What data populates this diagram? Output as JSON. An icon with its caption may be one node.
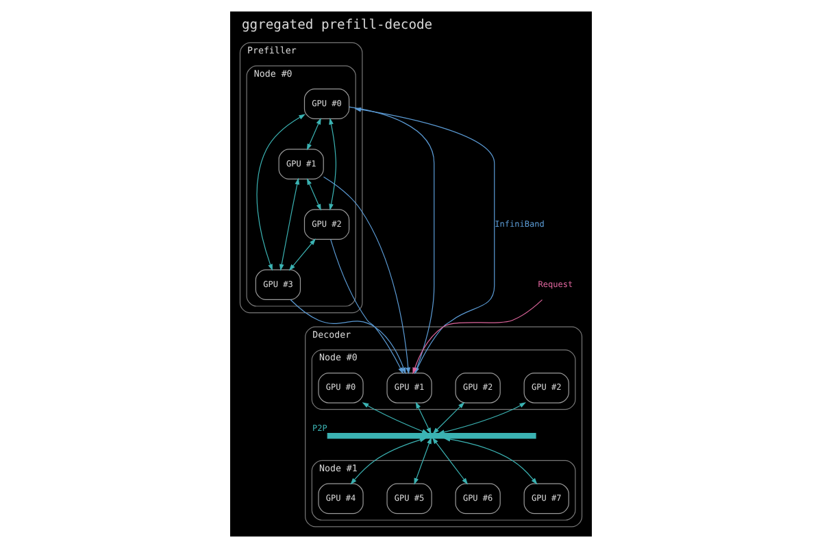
{
  "diagram": {
    "title": "ggregated prefill-decode",
    "nodes": [
      {
        "text": [
          "Prefiller"
        ]
      },
      {
        "text": [
          "Node #0"
        ],
        "in": 0
      },
      {
        "text": [
          "GPU #0"
        ],
        "in": 1
      },
      {
        "text": [
          "GPU #1"
        ],
        "in": 1
      },
      {
        "text": [
          "GPU #2"
        ],
        "in": 1
      },
      {
        "text": [
          "GPU #3"
        ],
        "in": 1
      },
      {
        "text": [
          "Decoder"
        ]
      },
      {
        "text": [
          "Node #0"
        ],
        "in": 6
      },
      {
        "text": [
          "GPU #0"
        ],
        "in": 7
      },
      {
        "text": [
          "GPU #1"
        ],
        "in": 7
      },
      {
        "text": [
          "GPU #2"
        ],
        "in": 7
      },
      {
        "text": [
          "GPU #2"
        ],
        "in": 7
      },
      {
        "text": [],
        "shape": "bar",
        "in": 6,
        "beside": [
          "P2P"
        ]
      },
      {
        "text": [
          "Node #1"
        ],
        "in": 6
      },
      {
        "text": [
          "GPU #4"
        ],
        "in": 13
      },
      {
        "text": [
          "GPU #5"
        ],
        "in": 13
      },
      {
        "text": [
          "GPU #6"
        ],
        "in": 13
      },
      {
        "text": [
          "GPU #7"
        ],
        "in": 13
      },
      {
        "text": [
          "Request"
        ]
      }
    ],
    "edges": [
      {
        "from": 2,
        "to": 3,
        "arrow": "both"
      },
      {
        "from": 2,
        "to": 4,
        "arrow": "both"
      },
      {
        "from": 2,
        "to": 5,
        "arrow": "both"
      },
      {
        "from": 3,
        "to": 4,
        "arrow": "both"
      },
      {
        "from": 3,
        "to": 5,
        "arrow": "both"
      },
      {
        "from": 4,
        "to": 5,
        "arrow": "both"
      },
      {
        "from": 18,
        "to": 9,
        "arrow": "to",
        "color": "#e0669e"
      },
      {
        "from": 9,
        "to": 1,
        "arrow": "to",
        "label": "InfiniBand",
        "color": "#5b9bd5"
      },
      {
        "from": 2,
        "to": 9,
        "arrow": "to",
        "color": "#5b9bd5"
      },
      {
        "from": 3,
        "to": 9,
        "arrow": "to",
        "color": "#5b9bd5"
      },
      {
        "from": 4,
        "to": 9,
        "arrow": "to",
        "color": "#5b9bd5"
      },
      {
        "from": 5,
        "to": 9,
        "arrow": "to",
        "color": "#5b9bd5"
      },
      {
        "from": 8,
        "to": 12,
        "arrow": "both"
      },
      {
        "from": 9,
        "to": 12,
        "arrow": "both"
      },
      {
        "from": 10,
        "to": 12,
        "arrow": "both"
      },
      {
        "from": 11,
        "to": 12,
        "arrow": "both"
      },
      {
        "from": 12,
        "to": 14,
        "arrow": "both"
      },
      {
        "from": 12,
        "to": 15,
        "arrow": "both"
      },
      {
        "from": 12,
        "to": 16,
        "arrow": "both"
      },
      {
        "from": 12,
        "to": 17,
        "arrow": "both"
      }
    ]
  }
}
